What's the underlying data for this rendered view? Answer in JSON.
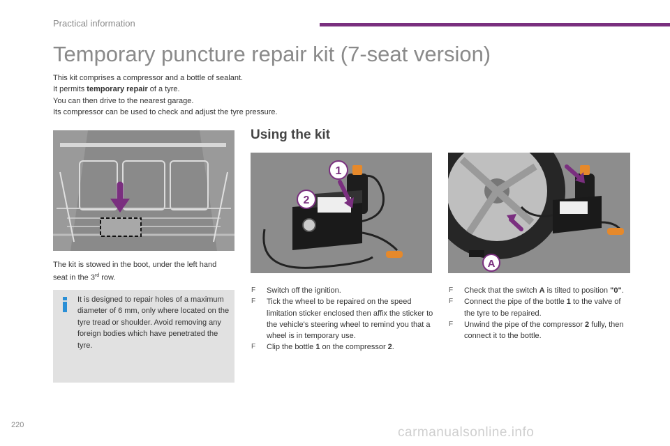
{
  "header": {
    "section": "Practical information",
    "accent_color": "#7a2f7f"
  },
  "page": {
    "title": "Temporary puncture repair kit (7-seat version)",
    "number": "220"
  },
  "intro": {
    "line1": "This kit comprises a compressor and a bottle of sealant.",
    "line2_pre": "It permits ",
    "line2_bold": "temporary repair",
    "line2_post": " of a tyre.",
    "line3": "You can then drive to the nearest garage.",
    "line4": "Its compressor can be used to check and adjust the tyre pressure."
  },
  "boot_caption": {
    "pre": "The kit is stowed in the boot, under the left hand seat in the 3",
    "sup": "rd",
    "post": " row."
  },
  "info_box": {
    "icon": "info-icon",
    "text": "It is designed to repair holes of a maximum diameter of 6 mm, only where located on the tyre tread or shoulder. Avoid removing any foreign bodies which have penetrated the tyre."
  },
  "section": {
    "heading": "Using the kit"
  },
  "illustration_labels": {
    "bottle": "1",
    "compressor": "2",
    "switch": "A"
  },
  "steps_left": [
    {
      "parts": [
        {
          "t": "Switch off the ignition."
        }
      ]
    },
    {
      "parts": [
        {
          "t": "Tick the wheel to be repaired on the speed limitation sticker enclosed then affix the sticker to the vehicle's steering wheel to remind you that a wheel is in temporary use."
        }
      ]
    },
    {
      "parts": [
        {
          "t": "Clip the bottle "
        },
        {
          "t": "1",
          "b": true
        },
        {
          "t": " on the compressor "
        },
        {
          "t": "2",
          "b": true
        },
        {
          "t": "."
        }
      ]
    }
  ],
  "steps_right": [
    {
      "parts": [
        {
          "t": "Check that the switch "
        },
        {
          "t": "A",
          "b": true
        },
        {
          "t": " is tilted to position "
        },
        {
          "t": "\"0\"",
          "b": true
        },
        {
          "t": "."
        }
      ]
    },
    {
      "parts": [
        {
          "t": "Connect the pipe of the bottle "
        },
        {
          "t": "1",
          "b": true
        },
        {
          "t": " to the valve of the tyre to be repaired."
        }
      ]
    },
    {
      "parts": [
        {
          "t": "Unwind the pipe of the compressor "
        },
        {
          "t": "2",
          "b": true
        },
        {
          "t": " fully, then connect it to the bottle."
        }
      ]
    }
  ],
  "bullet_glyph": "F",
  "watermark": "carmanualsonline.info"
}
